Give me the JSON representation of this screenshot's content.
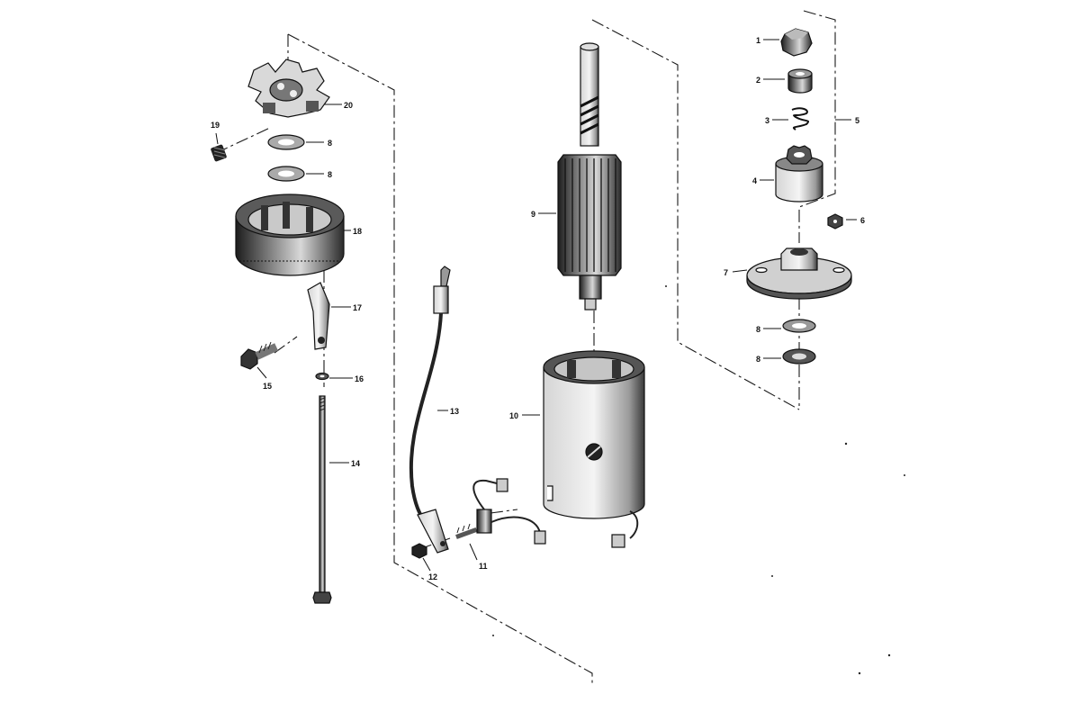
{
  "diagram": {
    "parts": [
      {
        "id": "1",
        "label": "1"
      },
      {
        "id": "2",
        "label": "2"
      },
      {
        "id": "3",
        "label": "3"
      },
      {
        "id": "4",
        "label": "4"
      },
      {
        "id": "5",
        "label": "5"
      },
      {
        "id": "6",
        "label": "6"
      },
      {
        "id": "7",
        "label": "7"
      },
      {
        "id": "8a",
        "label": "8"
      },
      {
        "id": "8b",
        "label": "8"
      },
      {
        "id": "8c",
        "label": "8"
      },
      {
        "id": "8d",
        "label": "8"
      },
      {
        "id": "9",
        "label": "9"
      },
      {
        "id": "10",
        "label": "10"
      },
      {
        "id": "11",
        "label": "11"
      },
      {
        "id": "12",
        "label": "12"
      },
      {
        "id": "13",
        "label": "13"
      },
      {
        "id": "14",
        "label": "14"
      },
      {
        "id": "15",
        "label": "15"
      },
      {
        "id": "16",
        "label": "16"
      },
      {
        "id": "17",
        "label": "17"
      },
      {
        "id": "18",
        "label": "18"
      },
      {
        "id": "19",
        "label": "19"
      },
      {
        "id": "20",
        "label": "20"
      }
    ]
  }
}
